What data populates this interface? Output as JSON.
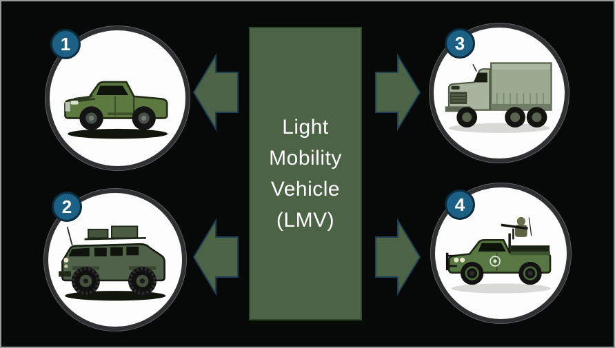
{
  "diagram": {
    "center": {
      "label": "Light\nMobility\nVehicle\n(LMV)"
    },
    "nodes": [
      {
        "number": "1",
        "icon": "green-pickup-truck-icon"
      },
      {
        "number": "2",
        "icon": "armored-patrol-vehicle-icon"
      },
      {
        "number": "3",
        "icon": "military-cargo-truck-icon"
      },
      {
        "number": "4",
        "icon": "armed-technical-pickup-icon"
      }
    ],
    "arrows": [
      {
        "row": "top",
        "direction": "left"
      },
      {
        "row": "bottom",
        "direction": "left"
      },
      {
        "row": "top",
        "direction": "right"
      },
      {
        "row": "bottom",
        "direction": "right"
      }
    ],
    "colors": {
      "background": "#070909",
      "frame_border": "#97999a",
      "accent_green": "#4c6346",
      "arrow_outline": "#1e4156",
      "badge_fill": "#1d6085",
      "badge_border": "#0b2c3f",
      "circle_ring": "#2e3032",
      "circle_fill": "#fdfdfd",
      "label_text": "#ffffff"
    }
  }
}
